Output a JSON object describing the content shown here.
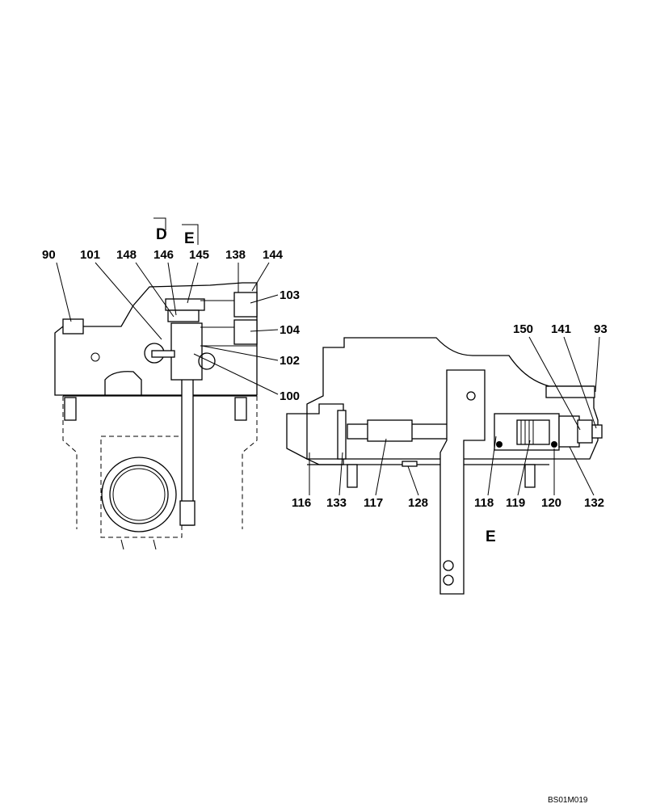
{
  "left_view": {
    "section_marks": [
      "D",
      "E"
    ],
    "callouts": [
      "90",
      "101",
      "148",
      "146",
      "145",
      "138",
      "144",
      "103",
      "104",
      "102",
      "100"
    ]
  },
  "right_view": {
    "callouts_top": [
      "150",
      "141",
      "93"
    ],
    "callouts_bottom": [
      "116",
      "133",
      "117",
      "128",
      "118",
      "119",
      "120",
      "132"
    ],
    "view_label": "E"
  },
  "drawing_code": "BS01M019"
}
